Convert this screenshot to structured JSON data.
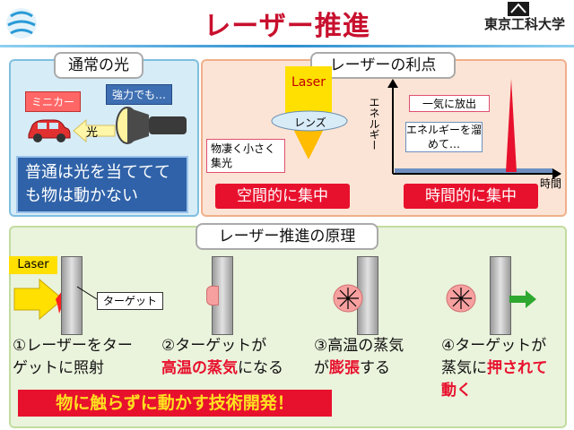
{
  "title": "レーザー推進",
  "logo": "東京工科大学",
  "normal": {
    "header": "通常の光",
    "minicar": "ミニカー",
    "strong": "強力でも…",
    "hikari": "光",
    "note": "普通は光を当ててても物は動かない"
  },
  "advantage": {
    "header": "レーザーの利点",
    "laser": "Laser",
    "lens": "レンズ",
    "focus": "物凄く小さく集光",
    "space": "空間的に集中",
    "release": "一気に放出",
    "store": "エネルギーを溜めて…",
    "energy": "エネルギー",
    "time_axis": "時間",
    "time": "時間的に集中"
  },
  "principle": {
    "header": "レーザー推進の原理",
    "laser": "Laser",
    "target": "ターゲット",
    "step1": "①レーザーをターゲットに照射",
    "step2a": "②ターゲットが",
    "step2b": "高温の蒸気",
    "step2c": "になる",
    "step3a": "③高温の蒸気",
    "step3b": "が",
    "step3c": "膨張",
    "step3d": "する",
    "step4a": "④ターゲットが",
    "step4b": "蒸気に",
    "step4c": "押されて",
    "step4d": "動く"
  },
  "banner": "物に触らずに動かす技術開発！"
}
